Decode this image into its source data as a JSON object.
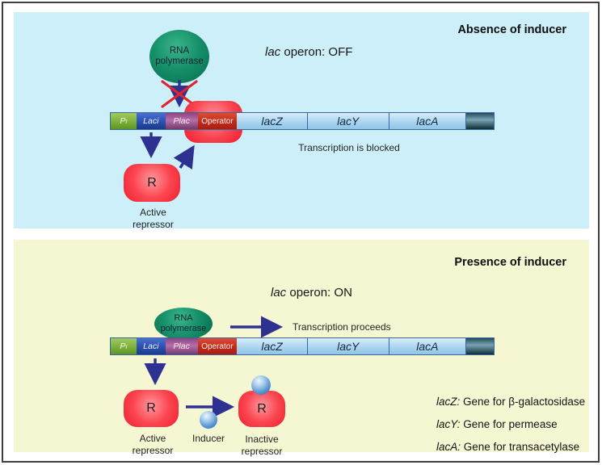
{
  "panels": {
    "absence": {
      "heading": "Absence of inducer",
      "status_gene": "lac",
      "status_rest": " operon: OFF",
      "rna_polymerase_line1": "RNA",
      "rna_polymerase_line2": "polymerase",
      "blocked_note": "Transcription is blocked",
      "repressor_letter": "R",
      "repressor_label_line1": "Active",
      "repressor_label_line2": "repressor"
    },
    "presence": {
      "heading": "Presence of inducer",
      "status_gene": "lac",
      "status_rest": " operon: ON",
      "rna_polymerase_line1": "RNA",
      "rna_polymerase_line2": "polymerase",
      "proceeds_note": "Transcription proceeds",
      "active_repressor_letter": "R",
      "active_label_line1": "Active",
      "active_label_line2": "repressor",
      "inducer_label": "Inducer",
      "inactive_repressor_letter": "R",
      "inactive_label_line1": "Inactive",
      "inactive_label_line2": "repressor",
      "legend": [
        {
          "gene": "lacZ:",
          "desc": " Gene for β-galactosidase"
        },
        {
          "gene": "lacY:",
          "desc": " Gene for permease"
        },
        {
          "gene": "lacA:",
          "desc": " Gene for transacetylase"
        }
      ]
    }
  },
  "dna_bar": {
    "promoter_main": "P",
    "promoter_sub": "I",
    "laci_label": "Laci",
    "plac_label": "Plac",
    "operator_label": "Operator",
    "gene_z": "lacZ",
    "gene_y": "lacY",
    "gene_a": "lacA"
  },
  "colors": {
    "panel_absence_bg": "#cdeff9",
    "panel_presence_bg": "#f5f7d3",
    "polymerase_green": "#17916b",
    "repressor_red": "#f0202f",
    "arrow_blue": "#2e3192",
    "cross_red": "#e0242e",
    "dna_blue": "#abd5ef",
    "promoter_green": "#7bb03a",
    "laci_blue": "#2a4fae",
    "plac_purple": "#99518f",
    "operator_red": "#c12a1b",
    "end_cap_teal": "#234c5a",
    "inducer_blue": "#4a8fd0"
  }
}
